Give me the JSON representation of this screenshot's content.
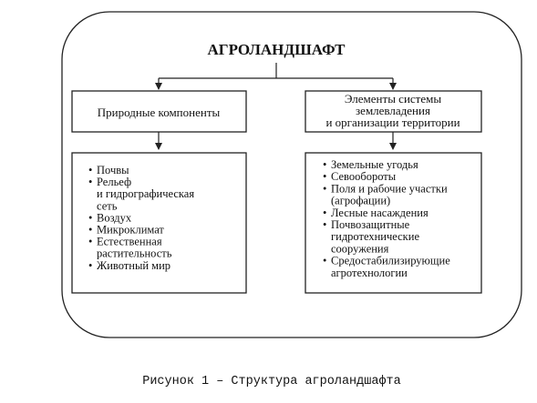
{
  "diagram": {
    "title": "АГРОЛАНДШАФТ",
    "left_header": "Природные компоненты",
    "right_header": [
      "Элементы системы",
      "землевладения",
      "и организации территории"
    ],
    "left_items": [
      [
        "Почвы"
      ],
      [
        "Рельеф",
        "и гидрографическая",
        "сеть"
      ],
      [
        "Воздух"
      ],
      [
        "Микроклимат"
      ],
      [
        "Естественная",
        "растительность"
      ],
      [
        "Животный мир"
      ]
    ],
    "right_items": [
      [
        "Земельные угодья"
      ],
      [
        "Севообороты"
      ],
      [
        "Поля и рабочие участки",
        "(агрофации)"
      ],
      [
        "Лесные насаждения"
      ],
      [
        "Почвозащитные",
        "гидротехнические",
        "сооружения"
      ],
      [
        "Средостабилизирующие",
        "агротехнологии"
      ]
    ],
    "bullet": "•"
  },
  "caption": "Рисунок 1 – Структура агроландшафта"
}
